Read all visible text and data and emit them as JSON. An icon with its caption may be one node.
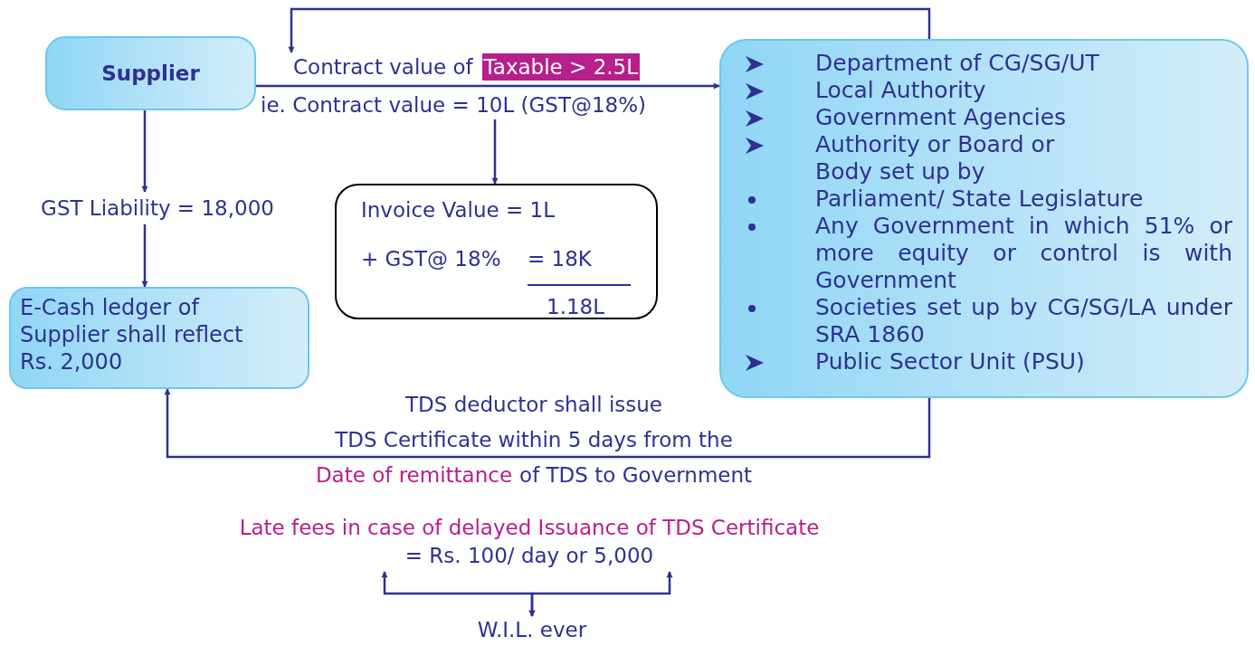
{
  "diagram": {
    "nodes": [
      {
        "text": [
          "Supplier"
        ]
      },
      {
        "text": [
          "Department of CG/SG/UT",
          "Local Authority",
          "Government Agencies",
          "Authority or Board or Body set up by",
          "Parliament/ State Legislature",
          "Any Government in which 51% or more equity or control is with Government",
          "Societies set up by CG/SG/LA under SRA 1860",
          "Public Sector Unit (PSU)"
        ]
      },
      {
        "text": [
          "Contract value of",
          "Taxable > 2.5L",
          "ie. Contract value = 10L (GST@18%)"
        ]
      },
      {
        "text": [
          "Invoice Value = 1L",
          "+ GST@ 18%",
          "= 18K",
          "1.18L"
        ]
      },
      {
        "text": [
          "GST Liability = 18,000"
        ]
      },
      {
        "text": [
          "E-Cash ledger of Supplier shall reflect Rs. 2,000"
        ]
      },
      {
        "text": [
          "Late fees in case of delayed Issuance of TDS Certificate",
          "= Rs. 100/ day or 5,000"
        ]
      },
      {
        "text": [
          "W.I.L. ever"
        ]
      }
    ],
    "edges": [
      {
        "from": 0,
        "to": 1,
        "arrow": "to"
      },
      {
        "from": 1,
        "to": 2,
        "arrow": "to"
      },
      {
        "from": 2,
        "to": 3,
        "arrow": "to"
      },
      {
        "from": 0,
        "to": 4,
        "arrow": "to"
      },
      {
        "from": 4,
        "to": 5,
        "arrow": "to"
      },
      {
        "from": 1,
        "to": 5,
        "arrow": "to"
      },
      {
        "from": 6,
        "to": 7,
        "arrow": "both"
      },
      {
        "from": 6,
        "to": 7,
        "arrow": "both"
      }
    ],
    "labels": [
      "TDS deductor shall issue",
      "TDS Certificate within 5 days from the",
      "Date of remittance",
      "of TDS to Government"
    ]
  }
}
